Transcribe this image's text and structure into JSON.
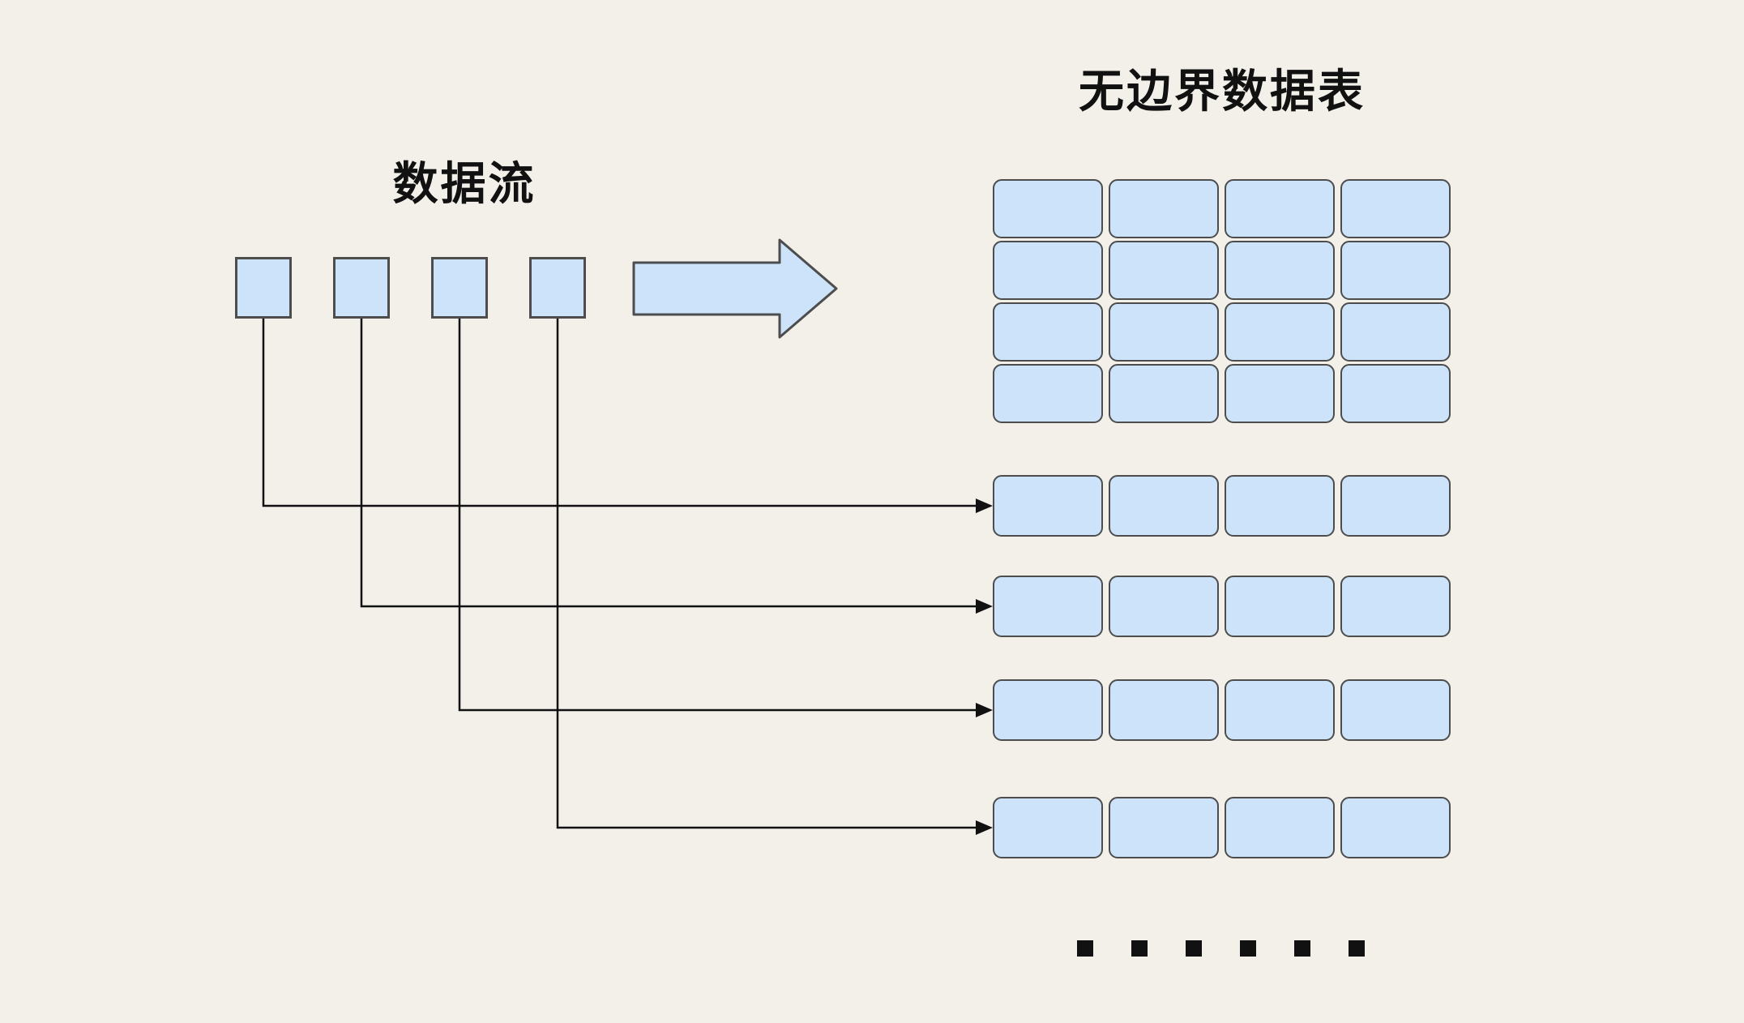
{
  "labels": {
    "stream": "数据流",
    "table": "无边界数据表"
  },
  "diagram": {
    "type": "dataflow-diagram",
    "description_visible": false,
    "stream_element_count": 4,
    "table_grid": {
      "rows": 4,
      "cols": 4
    },
    "partition_rows": {
      "count": 4,
      "cells_per_row": 4
    },
    "connectors": [
      {
        "from_element": 1,
        "to_row": 1
      },
      {
        "from_element": 2,
        "to_row": 2
      },
      {
        "from_element": 3,
        "to_row": 3
      },
      {
        "from_element": 4,
        "to_row": 4
      }
    ],
    "ellipsis_dot_count": 6,
    "colors": {
      "background": "#f3f0ea",
      "cell_fill": "#cce3f9",
      "cell_border": "#4d4d4d",
      "line": "#111111",
      "text": "#111111"
    }
  }
}
